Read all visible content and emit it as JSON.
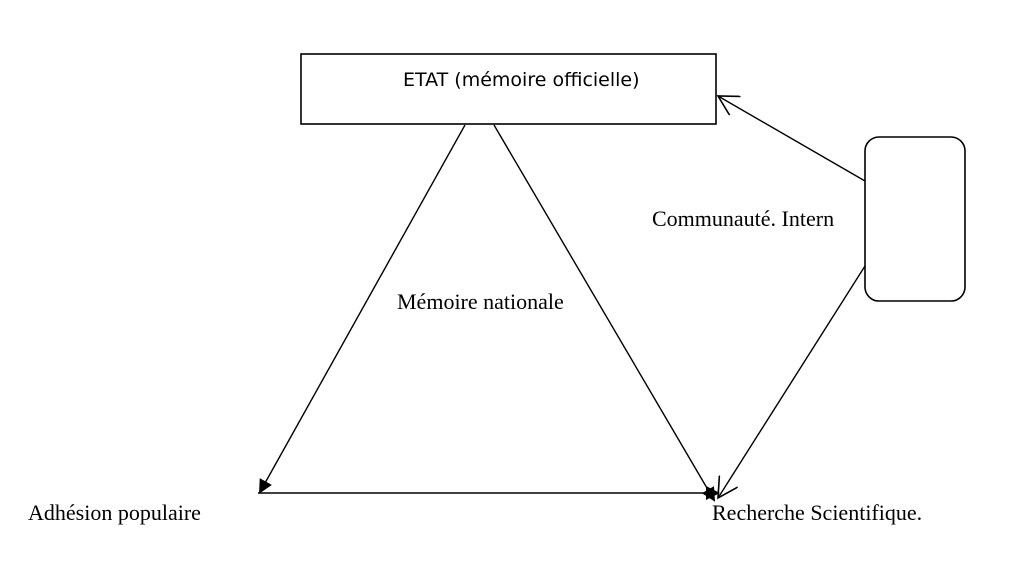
{
  "diagram": {
    "state_box_label": "ETAT (mémoire officielle)",
    "center_label": "Mémoire nationale",
    "international_label": "Communauté. Intern",
    "left_node_label": "Adhésion populaire",
    "right_node_label": "Recherche Scientifique.",
    "stroke_color": "#000000",
    "background_color": "#ffffff"
  }
}
